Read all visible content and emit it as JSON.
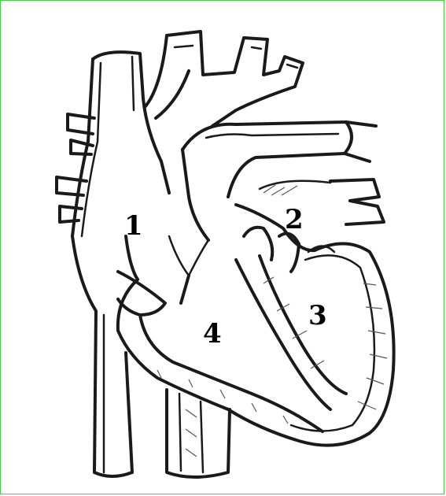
{
  "colors": {
    "border": "#3fd43f",
    "ink": "#1a1a1a",
    "background": "#ffffff"
  },
  "labels": {
    "chamber_1": "1",
    "chamber_2": "2",
    "chamber_3": "3",
    "chamber_4": "4"
  }
}
